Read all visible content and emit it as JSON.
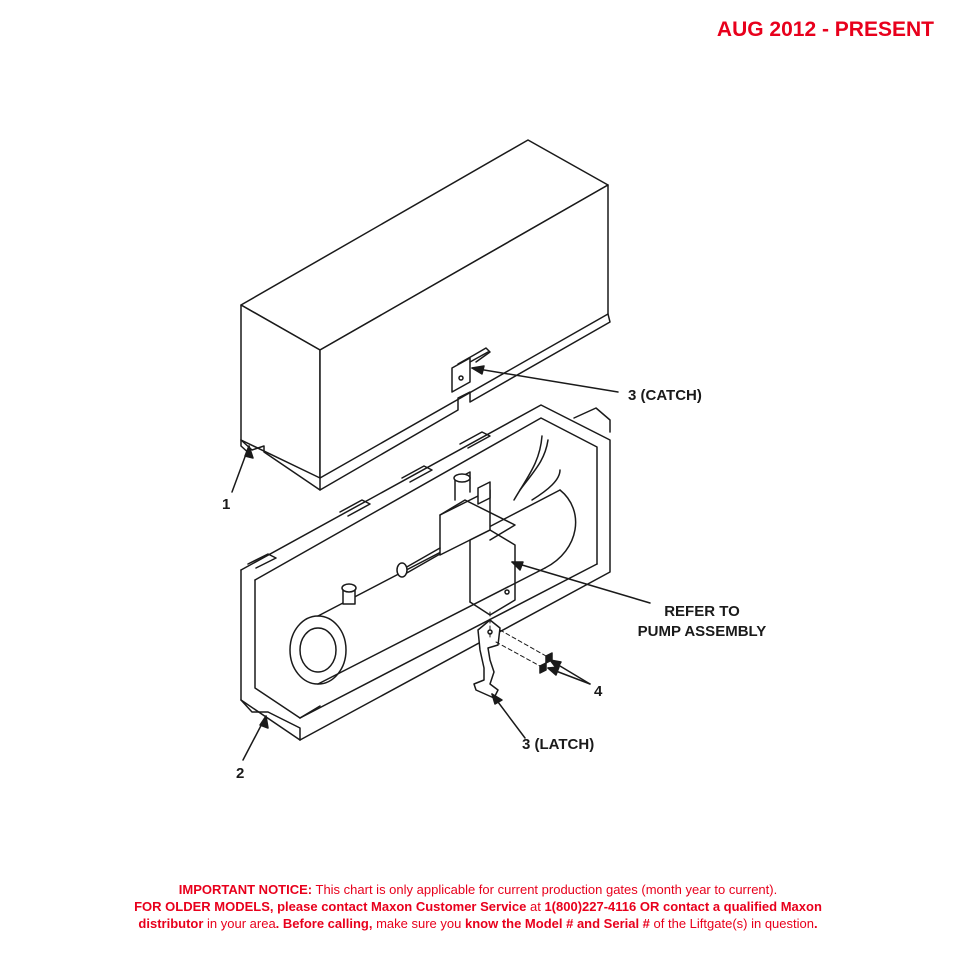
{
  "header": {
    "date_range": "AUG 2012 - PRESENT"
  },
  "callouts": {
    "cover": "1",
    "box": "2",
    "catch": "3 (CATCH)",
    "latch": "3 (LATCH)",
    "fasteners": "4",
    "pump_line1": "REFER TO",
    "pump_line2": "PUMP ASSEMBLY"
  },
  "notice": {
    "l1_bold": "IMPORTANT NOTICE:",
    "l1_text": " This chart is only applicable for current production gates (month year to current).",
    "l2_bold1": "FOR OLDER MODELS, please contact Maxon Customer Service",
    "l2_text1": " at ",
    "l2_bold2": "1(800)227-4116 OR contact a qualified Maxon",
    "l3_bold1": "distributor",
    "l3_text1": " in your area",
    "l3_bold2": ". Before calling,",
    "l3_text2": " make sure you ",
    "l3_bold3": "know the Model # and Serial #",
    "l3_text3": " of the Liftgate(s) in question",
    "l3_bold4": "."
  },
  "colors": {
    "accent": "#e8001c",
    "ink": "#1a1a1a"
  }
}
